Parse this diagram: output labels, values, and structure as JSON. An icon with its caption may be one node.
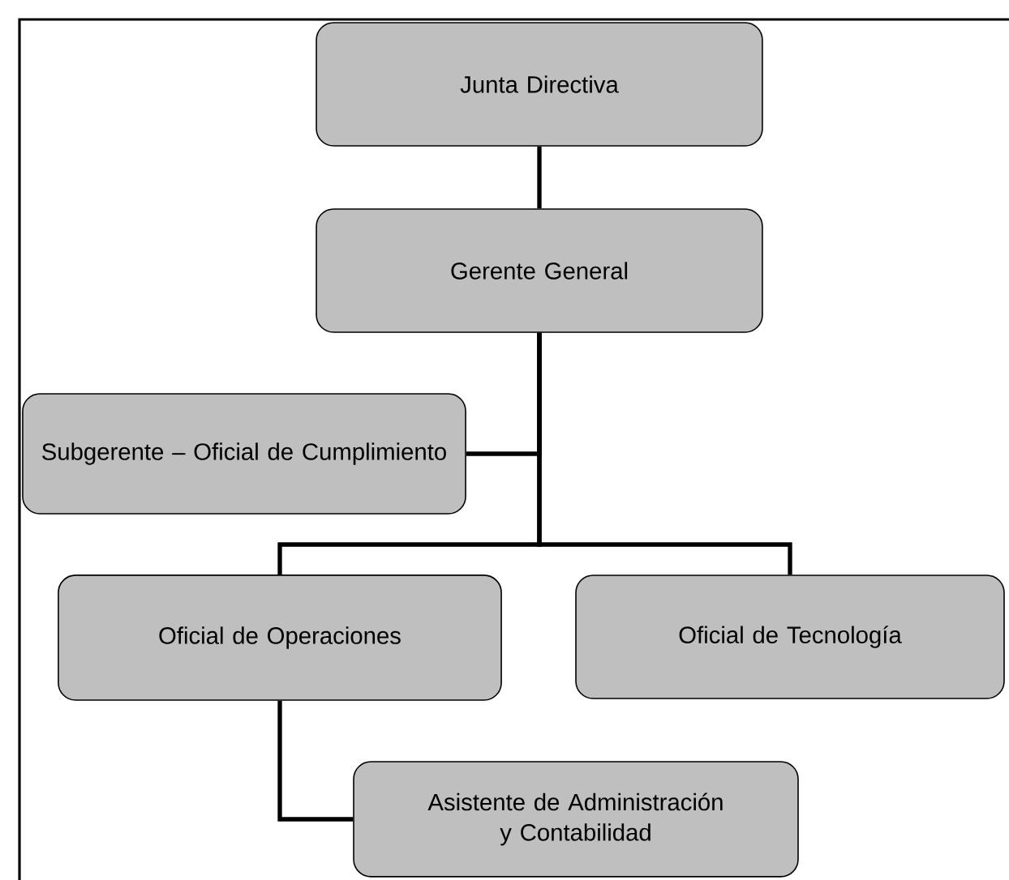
{
  "diagram": {
    "nodes": [
      {
        "text": [
          "Junta Directiva"
        ]
      },
      {
        "text": [
          "Gerente General"
        ]
      },
      {
        "text": [
          "Subgerente – Oficial de Cumplimiento"
        ]
      },
      {
        "text": [
          "Oficial de Operaciones"
        ]
      },
      {
        "text": [
          "Oficial de Tecnología"
        ]
      },
      {
        "text": [
          "Asistente de Administración y Contabilidad"
        ]
      }
    ],
    "edges": [
      {
        "from": 0,
        "to": 1,
        "arrow": "none"
      },
      {
        "from": 1,
        "to": 2,
        "arrow": "none"
      },
      {
        "from": 1,
        "to": 3,
        "arrow": "none"
      },
      {
        "from": 1,
        "to": 4,
        "arrow": "none"
      },
      {
        "from": 3,
        "to": 5,
        "arrow": "none"
      }
    ]
  }
}
